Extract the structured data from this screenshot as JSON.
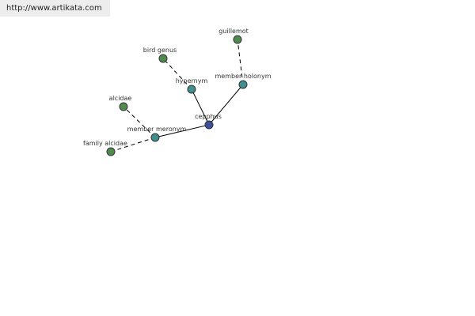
{
  "url": "http://www.artikata.com",
  "colors": {
    "leaf": "#4f8a4f",
    "relation": "#3f8f8f",
    "center": "#3b4f9a",
    "edge": "#000000"
  },
  "nodes": {
    "center": {
      "label": "cepphus"
    },
    "hypernym": {
      "label": "hypernym"
    },
    "bird_genus": {
      "label": "bird genus"
    },
    "member_holonym": {
      "label": "member holonym"
    },
    "guillemot": {
      "label": "guillemot"
    },
    "member_meronym": {
      "label": "member meronym"
    },
    "alcidae": {
      "label": "alcidae"
    },
    "family_alcidae": {
      "label": "family alcidae"
    }
  }
}
